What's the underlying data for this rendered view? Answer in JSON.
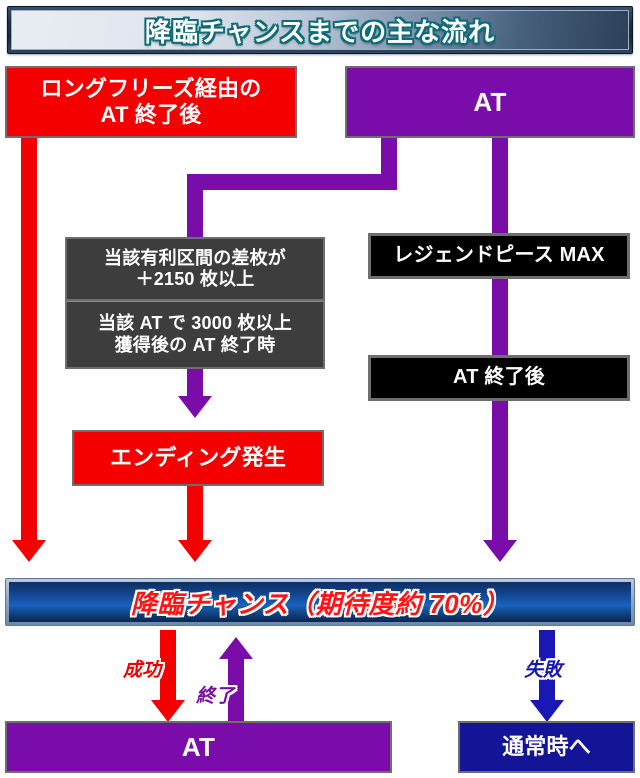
{
  "header": {
    "title": "降臨チャンスまでの主な流れ"
  },
  "nodes": {
    "long_freeze": "ロングフリーズ経由の\nAT 終了後",
    "at_top": "AT",
    "condition_1": "当該有利区間の差枚が\n＋2150 枚以上",
    "condition_2": "当該 AT で 3000 枚以上\n獲得後の AT 終了時",
    "legend_piece_max": "レジェンドピース MAX",
    "at_after_end": "AT 終了後",
    "ending": "エンディング発生",
    "chance_banner": "降臨チャンス（期待度約 70%）",
    "at_bottom": "AT",
    "normal_mode": "通常時へ"
  },
  "arrow_labels": {
    "success": "成功",
    "end": "終了",
    "fail": "失敗"
  },
  "colors": {
    "red": "#f40000",
    "purple": "#7a0caa",
    "blue": "#1a18b4",
    "navy_box": "#141496",
    "gray_box": "#3d3d3d",
    "black_box": "#000000",
    "banner_title_outline": "#0e6b78",
    "banner_chance_text": "#ff1414"
  }
}
